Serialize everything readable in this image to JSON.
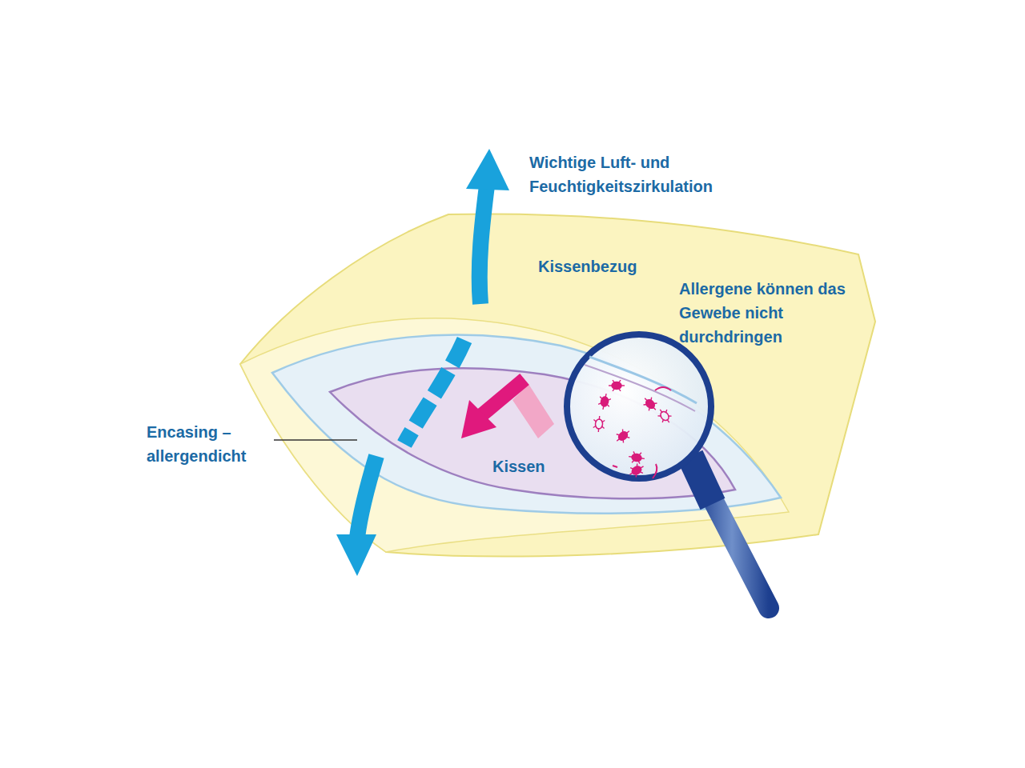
{
  "diagram": {
    "nodes": [
      {
        "text": [
          "Kissenbezug"
        ]
      },
      {
        "text": [
          "Kissen"
        ],
        "in": 0
      }
    ],
    "labels": [
      "Wichtige Luft- und Feuchtigkeitszirkulation",
      "Allergene können das Gewebe nicht durchdringen",
      "Encasing – allergendicht"
    ]
  }
}
